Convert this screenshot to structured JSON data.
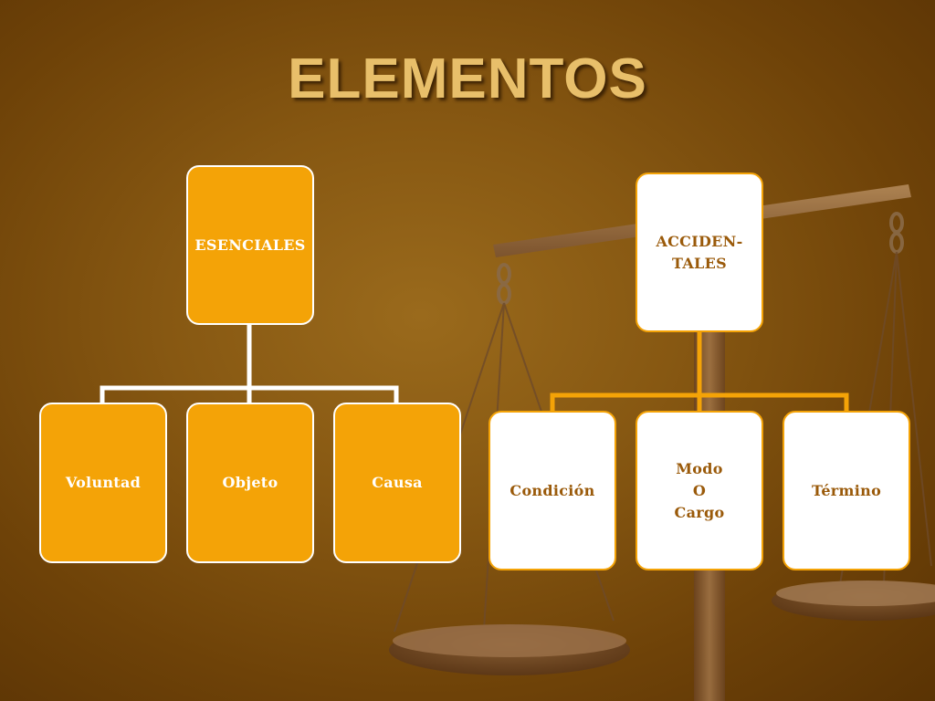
{
  "title": "ELEMENTOS",
  "colors": {
    "background": "#875812",
    "title": "#e8bf6a",
    "box_orange": "#f4a307",
    "box_white": "#ffffff",
    "text_accidental": "#9a5a0a",
    "connector_left": "#ffffff",
    "connector_right": "#f4a307"
  },
  "background_image": "scale-of-justice",
  "esenciales": {
    "label": "ESENCIALES",
    "children": [
      "Voluntad",
      "Objeto",
      "Causa"
    ]
  },
  "accidentales": {
    "label": "ACCIDEN-\nTALES",
    "children": [
      "Condición",
      "Modo\nO\nCargo",
      "Término"
    ]
  }
}
